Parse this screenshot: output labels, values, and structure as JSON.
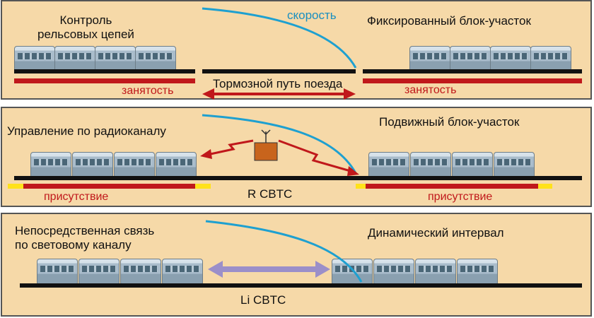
{
  "panel1": {
    "left_label_line1": "Контроль",
    "left_label_line2": "рельсовых цепей",
    "speed_label": "скорость",
    "right_label": "Фиксированный блок-участок",
    "braking_label": "Тормозной путь поезда",
    "occupancy_left": "занятость",
    "occupancy_right": "занятость"
  },
  "panel2": {
    "left_label": "Управление по радиоканалу",
    "right_label": "Подвижный блок-участок",
    "presence_left": "присутствие",
    "presence_right": "присутствие",
    "system_label": "R CBTC"
  },
  "panel3": {
    "left_label_line1": "Непосредственная связь",
    "left_label_line2": "по световому каналу",
    "right_label": "Динамический интервал",
    "system_label": "Li CBTC"
  },
  "colors": {
    "panel_bg": "#f6d9a8",
    "track": "#111111",
    "occupancy": "#c0181b",
    "speed_curve": "#1ea0d0",
    "presence_end": "#ffe21a",
    "radio_link": "#c0181b",
    "optical_link": "#9b8fc9",
    "radio_box": "#c8641c"
  }
}
